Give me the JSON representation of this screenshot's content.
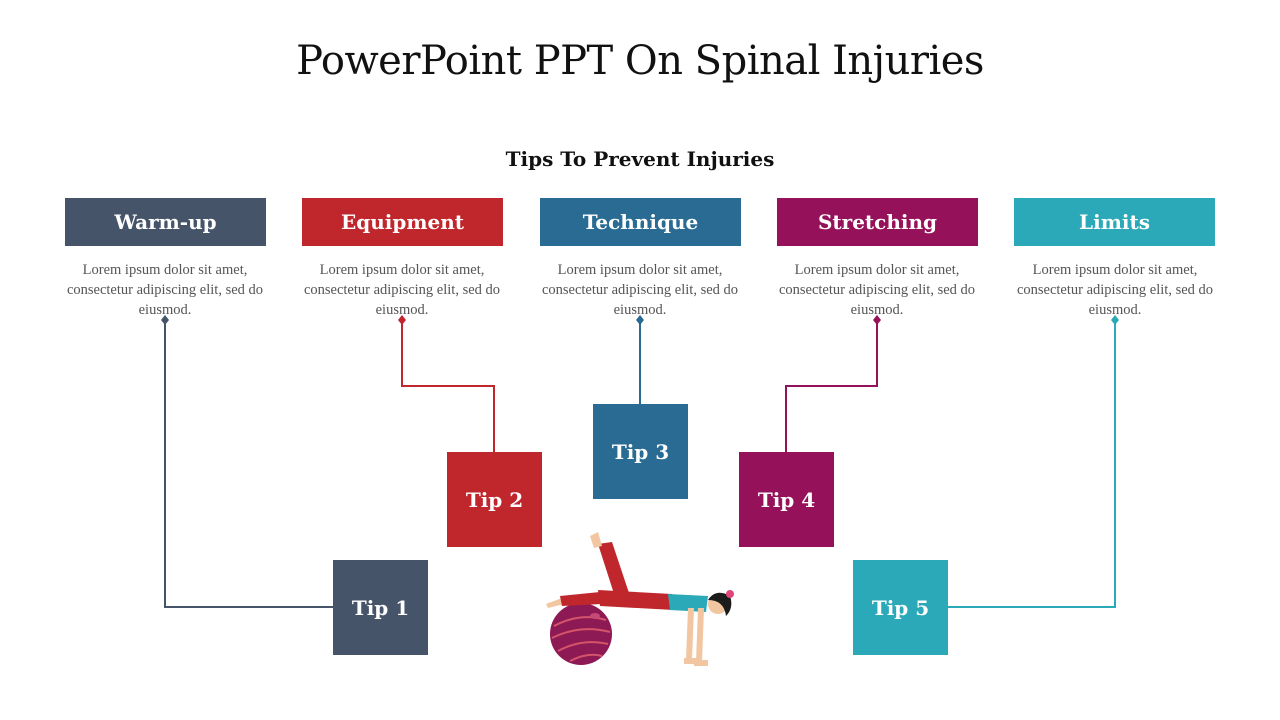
{
  "title": "PowerPoint PPT On Spinal Injuries",
  "subtitle": "Tips To Prevent Injuries",
  "categories": [
    {
      "label": "Warm-up",
      "color": "#465469",
      "desc": "Lorem ipsum dolor sit amet, consectetur adipiscing elit, sed do eiusmod.",
      "tip": "Tip 1"
    },
    {
      "label": "Equipment",
      "color": "#c0272d",
      "desc": "Lorem ipsum dolor sit amet, consectetur adipiscing elit, sed do eiusmod.",
      "tip": "Tip 2"
    },
    {
      "label": "Technique",
      "color": "#2a6b93",
      "desc": "Lorem ipsum dolor sit amet, consectetur adipiscing elit, sed do eiusmod.",
      "tip": "Tip 3"
    },
    {
      "label": "Stretching",
      "color": "#95125a",
      "desc": "Lorem ipsum dolor sit amet, consectetur adipiscing elit, sed do eiusmod.",
      "tip": "Tip 4"
    },
    {
      "label": "Limits",
      "color": "#2ba9b8",
      "desc": "Lorem ipsum dolor sit amet, consectetur adipiscing elit, sed do eiusmod.",
      "tip": "Tip 5"
    }
  ]
}
